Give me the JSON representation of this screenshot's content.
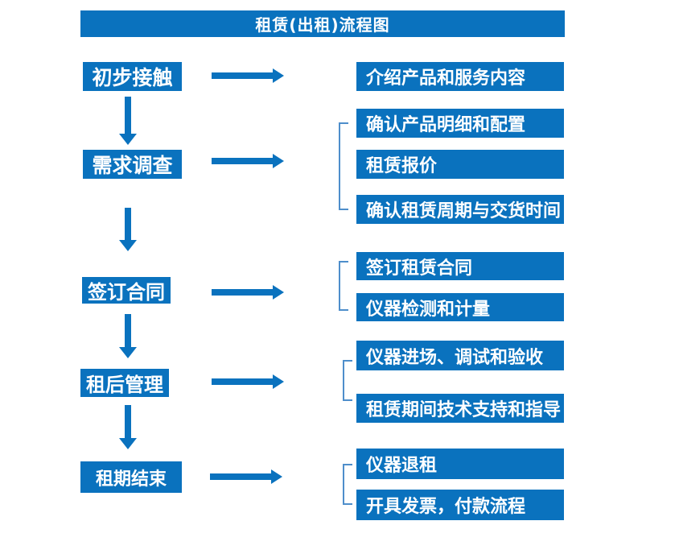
{
  "title": "租赁(出租)流程图",
  "colors": {
    "primary_blue": "#0a72be",
    "bracket_blue": "#4e8ecb",
    "box_text": "#ffffff",
    "background": "#ffffff"
  },
  "stages": [
    {
      "label": "初步接触",
      "details": [
        "介绍产品和服务内容"
      ]
    },
    {
      "label": "需求调查",
      "details": [
        "确认产品明细和配置",
        "租赁报价",
        "确认租赁周期与交货时间"
      ]
    },
    {
      "label": "签订合同",
      "details": [
        "签订租赁合同",
        "仪器检测和计量"
      ]
    },
    {
      "label": "租后管理",
      "details": [
        "仪器进场、调试和验收",
        "租赁期间技术支持和指导"
      ]
    },
    {
      "label": "租期结束",
      "details": [
        "仪器退租",
        "开具发票，付款流程"
      ]
    }
  ]
}
